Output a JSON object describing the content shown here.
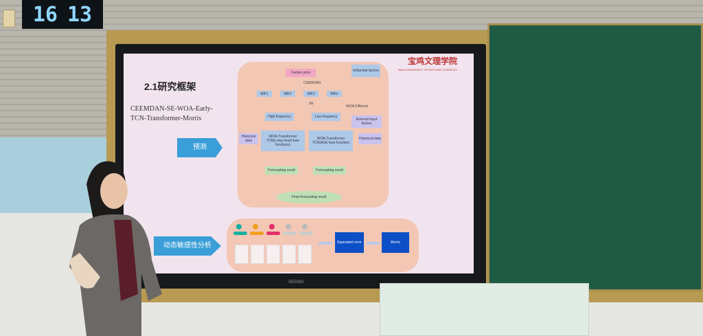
{
  "clock": {
    "hours": "16",
    "minutes": "13"
  },
  "slide": {
    "title": "2.1研究框架",
    "method": "CEEMDAN-SE-WOA-Early-TCN-Transformer-Morris",
    "tag_forecast": "预测",
    "tag_sensitivity": "动态敏感性分析",
    "logo_cn": "宝鸡文理学院",
    "logo_en": "BAOJI UNIVERSITY OF ARTS AND SCIENCES",
    "flow": {
      "carbon_price": "Carbon price",
      "influential": "Influential factors",
      "ceemdan": "CEEMDAN",
      "imfs": [
        "IMF1",
        "IMF2",
        "IMF3",
        "IMFn"
      ],
      "se": "SE",
      "woa": "WOA Different",
      "high": "High frequency",
      "low": "Low frequency",
      "external": "External input factors",
      "hist_left": "Historical data",
      "hist_right": "Historical data",
      "model_left": "WOA-Transformer TCN(Long-result fuse functions)",
      "model_right": "WOA-Transformer TCN(AGE fuse function)",
      "result_left": "Forecasting result",
      "result_right": "Forecasting result",
      "final": "Final forecasting result"
    },
    "sens": {
      "equivalent": "Equivalent error",
      "morris": "Morris"
    }
  },
  "monitor_brand": "SEEWO"
}
